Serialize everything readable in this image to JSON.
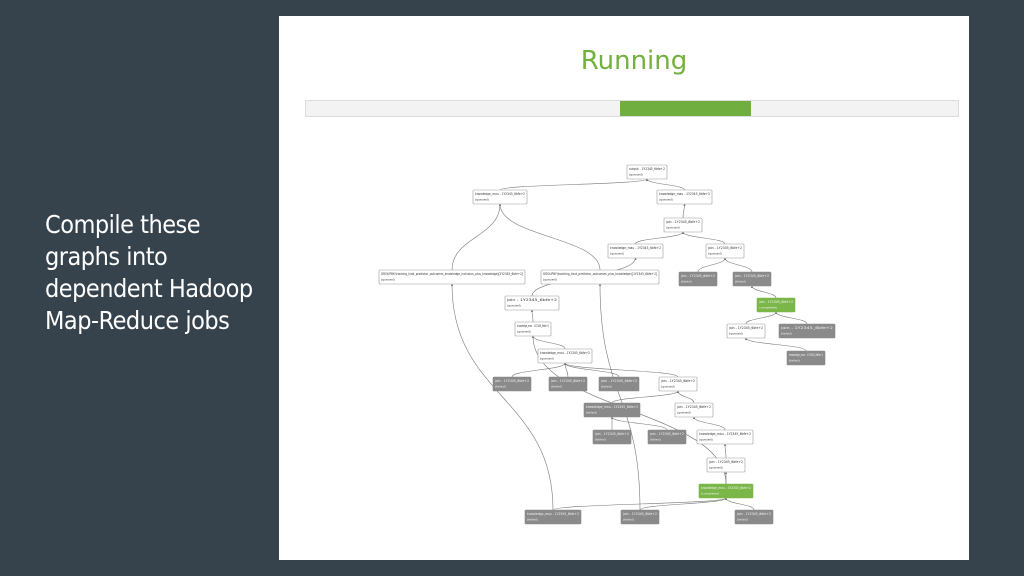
{
  "caption": {
    "lines": [
      "Compile these",
      "graphs into",
      "dependent Hadoop",
      "Map-Reduce jobs"
    ]
  },
  "job_view": {
    "status": "Running",
    "progress": {
      "start_fraction": 0.482,
      "end_fraction": 0.682
    },
    "colors": {
      "completed": "#7ab648",
      "pending": "#ffffff",
      "failed": "#8a8a8a",
      "edge": "#777777"
    },
    "nodes": [
      {
        "id": "n1",
        "title": "output - 1Y2345_6bfe+2",
        "sub": "(queued)",
        "state": "pending"
      },
      {
        "id": "n2",
        "title": "knowledge_mau - 1Y2345_6bfe+2",
        "sub": "(queued)",
        "state": "pending"
      },
      {
        "id": "n3",
        "title": "knowledge_mau - 1Y2345_6bfe+2",
        "sub": "(queued)",
        "state": "pending"
      },
      {
        "id": "n4",
        "title": "join - 1Y2345_6bfe+2",
        "sub": "(queued)",
        "state": "pending"
      },
      {
        "id": "n5",
        "title": "knowledge_mau - 1Y2345_6bfe+2",
        "sub": "(queued)",
        "state": "pending"
      },
      {
        "id": "n6",
        "title": "join - 1Y2345_6bfe+2",
        "sub": "(queued)",
        "state": "pending"
      },
      {
        "id": "n7",
        "title": "GROUPBY(tracking_kind_predictor_outcomes_knowledge_inclusion_plus_knowledge)[1Y2345_6bfe+2]",
        "sub": "(queued)",
        "state": "pending"
      },
      {
        "id": "n8",
        "title": "GROUPBY(tracking_kind_predictor_outcomes_plus_knowledge)[1Y2345_6bfe+2]",
        "sub": "(queued)",
        "state": "pending"
      },
      {
        "id": "n9",
        "title": "join - 1Y2345_6bfe+2",
        "sub": "(failed)",
        "state": "failed"
      },
      {
        "id": "n10",
        "title": "join - 1Y2345_6bfe+2",
        "sub": "(queued)",
        "state": "pending"
      },
      {
        "id": "n11",
        "title": "knowledge_mau - 1Y2345_6bfe+2",
        "sub": "(queued)",
        "state": "pending"
      },
      {
        "id": "n12",
        "title": "join - 1Y2345_6bfe+2",
        "sub": "(failed)",
        "state": "failed"
      },
      {
        "id": "n13",
        "title": "join - 1Y2345_6bfe+2",
        "sub": "(completed)",
        "state": "completed"
      },
      {
        "id": "n14",
        "title": "join - 1Y2345_6bfe+2",
        "sub": "(queued)",
        "state": "pending"
      },
      {
        "id": "n15",
        "title": "join - 1Y2345_6bfe+2",
        "sub": "(failed)",
        "state": "failed"
      },
      {
        "id": "n16",
        "title": "knowledge_mau - 1Y2345_6bfe+2",
        "sub": "(failed)",
        "state": "failed"
      },
      {
        "id": "n17",
        "title": "knowledge_mau - 1Y2345_6bfe+2",
        "sub": "(queued)",
        "state": "pending"
      },
      {
        "id": "n18",
        "title": "join - 1Y2345_6bfe+2",
        "sub": "(failed)",
        "state": "failed"
      },
      {
        "id": "n19",
        "title": "join - 1Y2345_6bfe+2",
        "sub": "(failed)",
        "state": "failed"
      },
      {
        "id": "n20",
        "title": "join - 1Y2345_6bfe+2",
        "sub": "(failed)",
        "state": "failed"
      },
      {
        "id": "n21",
        "title": "join - 1Y2345_6bfe+2",
        "sub": "(queued)",
        "state": "pending"
      },
      {
        "id": "n22",
        "title": "knowledge_mau - 1Y2345_6bfe+2",
        "sub": "(failed)",
        "state": "failed"
      },
      {
        "id": "n23",
        "title": "join - 1Y2345_6bfe+2",
        "sub": "(queued)",
        "state": "pending"
      },
      {
        "id": "n24",
        "title": "join - 1Y2345_6bfe+2",
        "sub": "(failed)",
        "state": "failed"
      },
      {
        "id": "n25",
        "title": "join - 1Y2345_6bfe+2",
        "sub": "(failed)",
        "state": "failed"
      },
      {
        "id": "n26",
        "title": "knowledge_mau - 1Y2345_6bfe+2",
        "sub": "(queued)",
        "state": "pending"
      },
      {
        "id": "n27",
        "title": "join - 1Y2345_6bfe+2",
        "sub": "(queued)",
        "state": "pending"
      },
      {
        "id": "n28",
        "title": "knowledge_mau - 1Y2345_6bfe+2",
        "sub": "(completed)",
        "state": "completed"
      },
      {
        "id": "n29",
        "title": "knowledge_mau - 1Y2345_6bfe+2",
        "sub": "(failed)",
        "state": "failed"
      },
      {
        "id": "n30",
        "title": "join - 1Y2345_6bfe+2",
        "sub": "(failed)",
        "state": "failed"
      },
      {
        "id": "n31",
        "title": "join - 1Y2345_6bfe+2",
        "sub": "(failed)",
        "state": "failed"
      }
    ],
    "edges": [
      [
        "n2",
        "n1"
      ],
      [
        "n3",
        "n1"
      ],
      [
        "n4",
        "n3"
      ],
      [
        "n5",
        "n4"
      ],
      [
        "n6",
        "n4"
      ],
      [
        "n7",
        "n2"
      ],
      [
        "n8",
        "n2"
      ],
      [
        "n10",
        "n5"
      ],
      [
        "n11",
        "n10"
      ],
      [
        "n9",
        "n6"
      ],
      [
        "n12",
        "n6"
      ],
      [
        "n13",
        "n12"
      ],
      [
        "n14",
        "n13"
      ],
      [
        "n15",
        "n13"
      ],
      [
        "n16",
        "n14"
      ],
      [
        "n17",
        "n11"
      ],
      [
        "n18",
        "n17"
      ],
      [
        "n19",
        "n17"
      ],
      [
        "n20",
        "n17"
      ],
      [
        "n21",
        "n17"
      ],
      [
        "n22",
        "n21"
      ],
      [
        "n23",
        "n21"
      ],
      [
        "n24",
        "n22"
      ],
      [
        "n25",
        "n22"
      ],
      [
        "n26",
        "n23"
      ],
      [
        "n27",
        "n26"
      ],
      [
        "n28",
        "n27"
      ],
      [
        "n29",
        "n28"
      ],
      [
        "n30",
        "n28"
      ],
      [
        "n31",
        "n28"
      ],
      [
        "n29",
        "n7"
      ],
      [
        "n30",
        "n8"
      ],
      [
        "n28",
        "n11"
      ]
    ]
  }
}
